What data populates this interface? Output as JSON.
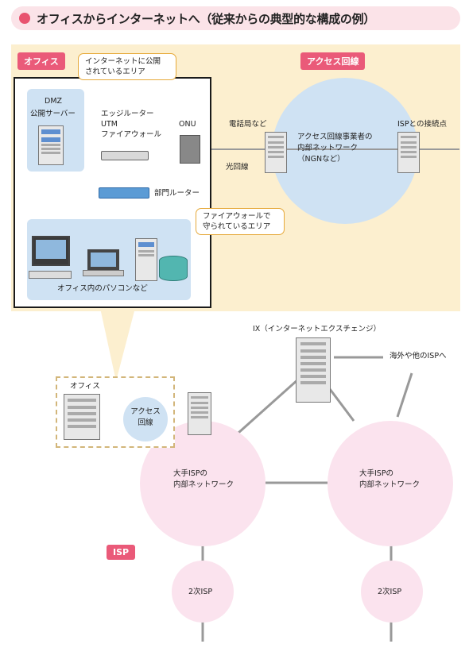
{
  "title": "オフィスからインターネットへ（従来からの典型的な構成の例）",
  "tags": {
    "office": "オフィス",
    "access": "アクセス回線",
    "isp": "ISP"
  },
  "labels": {
    "dmz": "DMZ",
    "public_server": "公開サーバー",
    "edge_router": [
      "エッジルーター",
      "UTM",
      "ファイアウォール"
    ],
    "onu": "ONU",
    "dept_router": "部門ルーター",
    "office_pcs": "オフィス内のパソコンなど",
    "telephone_office": "電話局など",
    "fiber": "光回線",
    "access_network": [
      "アクセス回線事業者の",
      "内部ネットワーク",
      "（NGNなど）"
    ],
    "isp_connection": "ISPとの接続点",
    "ix": "IX（インターネットエクスチェンジ）",
    "overseas_isp": "海外や他のISPへ",
    "office_small": "オフィス",
    "access_small": [
      "アクセス",
      "回線"
    ],
    "major_isp": [
      "大手ISPの",
      "内部ネットワーク"
    ],
    "secondary_isp": "2次ISP"
  },
  "bubbles": {
    "public_area": [
      "インターネットに公開",
      "されているエリア"
    ],
    "protected_area": [
      "ファイアウォールで",
      "守られているエリア"
    ]
  },
  "colors": {
    "accent": "#ea5a79",
    "title_bg": "#fbe3e8",
    "panel_bg": "#fcefcf",
    "blue_area": "#cfe2f3",
    "network_circle": "#cfe2f3",
    "isp_circle": "#fbe3ee",
    "bubble_border": "#e6a93a",
    "line": "#999999"
  }
}
